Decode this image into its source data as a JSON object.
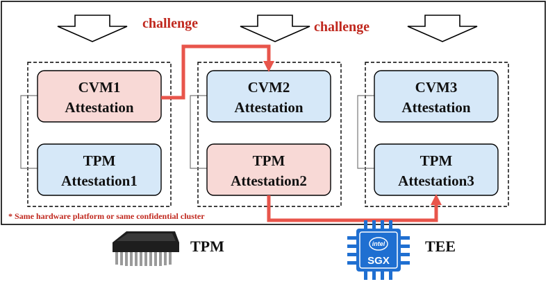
{
  "challenge_labels": [
    "challenge",
    "challenge"
  ],
  "groups": [
    {
      "top": {
        "lines": [
          "CVM1",
          "Attestation"
        ],
        "fill": "#f8d9d6"
      },
      "bottom": {
        "lines": [
          "TPM",
          "Attestation1"
        ],
        "fill": "#d6e8f8"
      }
    },
    {
      "top": {
        "lines": [
          "CVM2",
          "Attestation"
        ],
        "fill": "#d6e8f8"
      },
      "bottom": {
        "lines": [
          "TPM",
          "Attestation2"
        ],
        "fill": "#f8d9d6"
      }
    },
    {
      "top": {
        "lines": [
          "CVM3",
          "Attestation"
        ],
        "fill": "#d6e8f8"
      },
      "bottom": {
        "lines": [
          "TPM",
          "Attestation3"
        ],
        "fill": "#d6e8f8"
      }
    }
  ],
  "footnote": "* Same hardware platform or same confidential cluster",
  "legend": {
    "tpm_label": "TPM",
    "tee_label": "TEE",
    "sgx_brand": "intel",
    "sgx_label": "SGX"
  },
  "colors": {
    "accent_red": "#c0281e",
    "flow_arrow": "#e8554b",
    "sgx_blue": "#1f6fd1"
  },
  "icons": [
    "down-arrow-icon",
    "chip-icon",
    "sgx-processor-icon"
  ]
}
